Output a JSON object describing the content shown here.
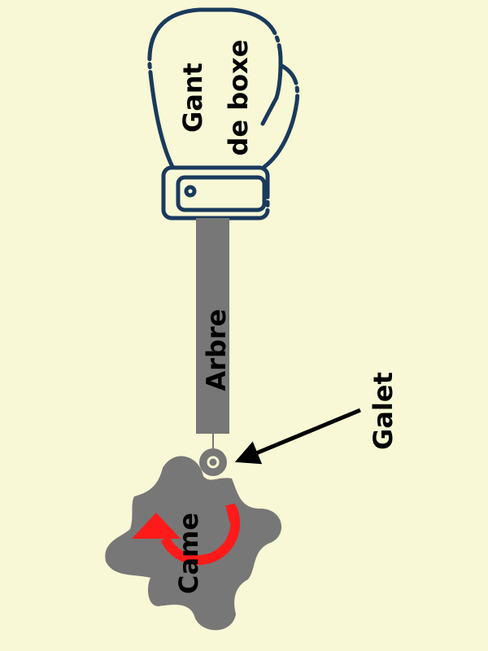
{
  "labels": {
    "glove_line1": "Gant",
    "glove_line2": "de boxe",
    "shaft": "Arbre",
    "roller": "Galet",
    "cam": "Came"
  },
  "colors": {
    "background": "#f8f8d6",
    "glove_outline": "#1a3a5c",
    "parts_gray": "#777777",
    "rotation_arrow": "#ff1a1a",
    "pointer_arrow": "#000000"
  }
}
